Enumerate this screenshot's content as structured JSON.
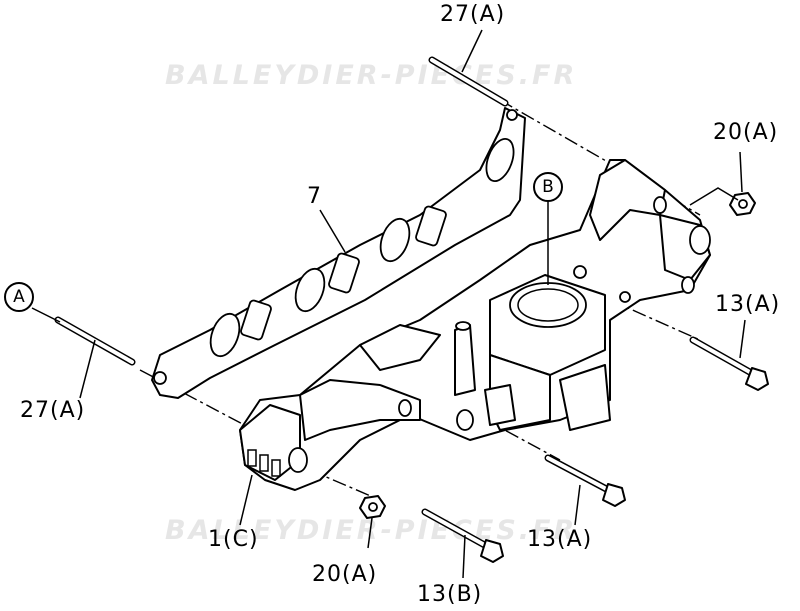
{
  "watermark": {
    "top": "BALLEYDIER-PIECES.FR",
    "bottom": "BALLEYDIER-PIECES.FR"
  },
  "callouts": {
    "bolt_top": "27(A)",
    "bolt_left": "27(A)",
    "gasket": "7",
    "nut_top": "20(A)",
    "nut_bottom": "20(A)",
    "bolt_right_top": "13(A)",
    "bolt_right_bottom": "13(A)",
    "bolt_bottom": "13(B)",
    "manifold": "1(C)"
  },
  "refs": {
    "ref_a": "A",
    "ref_b": "B"
  }
}
